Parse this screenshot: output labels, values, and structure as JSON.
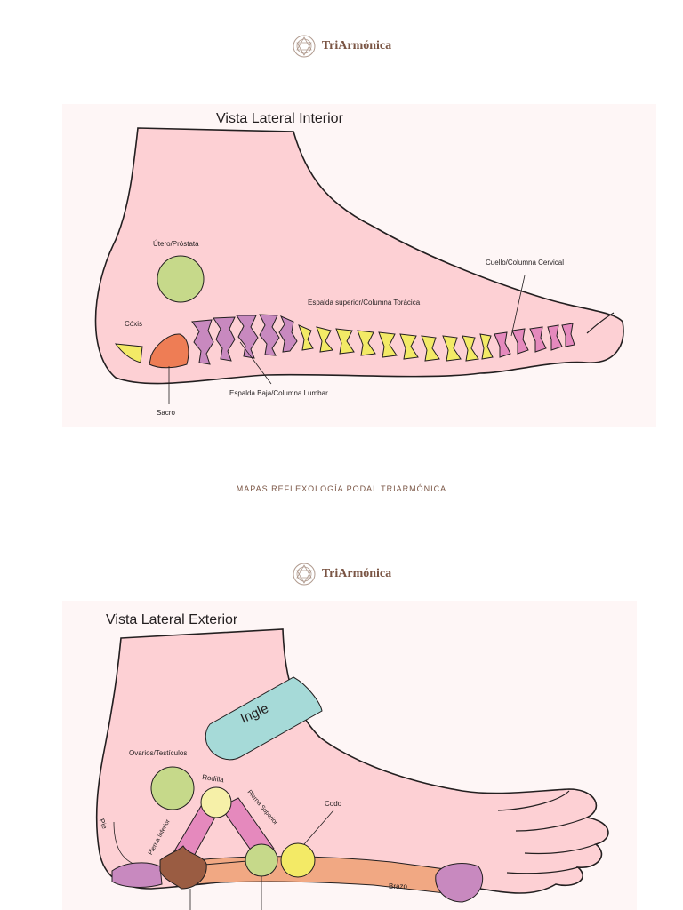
{
  "brand": {
    "name": "TriArmónica"
  },
  "top": {
    "title": "Vista Lateral Interior",
    "labels": {
      "utero": "Útero/Próstata",
      "coxis": "Cóxis",
      "sacro": "Sacro",
      "lumbar": "Espalda Baja/Columna Lumbar",
      "toracica": "Espalda superior/Columna Torácica",
      "cervical": "Cuello/Columna Cervical"
    }
  },
  "footer": {
    "text": "MAPAS REFLEXOLOGÍA PODAL TRIARMÓNICA"
  },
  "bottom": {
    "title": "Vista Lateral Exterior",
    "labels": {
      "ingle": "Ingle",
      "ovarios": "Ovarios/Testículos",
      "rodilla": "Rodilla",
      "pierna_inferior": "Pierna Inferior",
      "pierna_superior": "Pierna Superior",
      "pie": "Pie",
      "codo": "Codo",
      "brazo": "Brazo"
    }
  },
  "colors": {
    "foot": "#fdd0d4",
    "green": "#c6d98a",
    "yellow": "#f3ea66",
    "purple": "#c889bf",
    "magenta": "#e589bd",
    "orange": "#ee7d55",
    "teal": "#a6dad8",
    "cream": "#f6f0a8",
    "peach": "#f1a883",
    "brown": "#9a5c42",
    "brand": "#7a5544"
  }
}
